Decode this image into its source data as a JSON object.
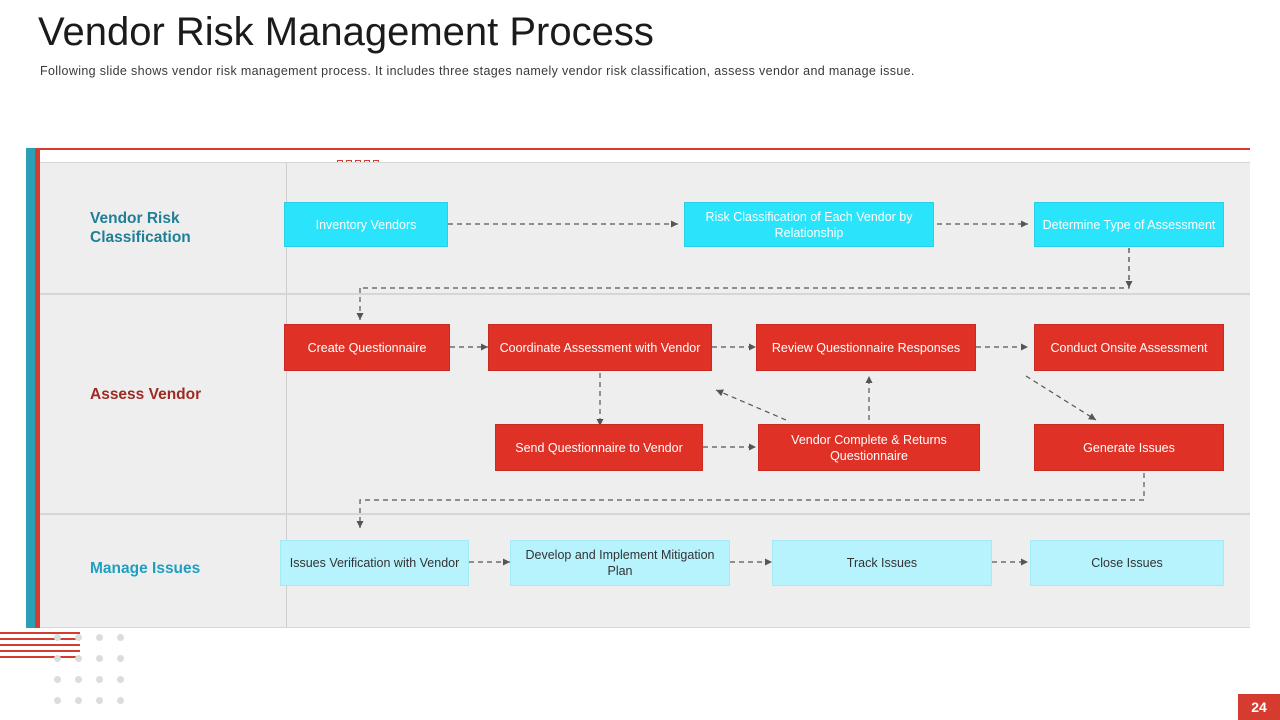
{
  "header": {
    "title": "Vendor Risk Management Process",
    "subtitle": "Following slide shows vendor risk management process. It includes three stages namely vendor risk classification, assess vendor and manage issue."
  },
  "colors": {
    "accent_red": "#d63b2f",
    "accent_teal": "#2b9fb5",
    "cyan_box": "#2ae4fb",
    "red_box": "#e03127",
    "light_cyan_box": "#b6f3fd",
    "panel_bg": "#efeeee",
    "title_text": "#1b1b1b",
    "stage1_label": "#1f7f96",
    "stage2_label": "#9c2b24",
    "stage3_label": "#1f9fbf"
  },
  "stages": [
    {
      "label": "Vendor Risk\nClassification",
      "label_line1": "Vendor Risk",
      "label_line2": "Classification",
      "steps": [
        {
          "id": "inventory-vendors",
          "text": "Inventory Vendors"
        },
        {
          "id": "risk-classification",
          "text": "Risk Classification of Each Vendor by Relationship"
        },
        {
          "id": "determine-assessment-type",
          "text": "Determine Type of Assessment"
        }
      ]
    },
    {
      "label": "Assess Vendor",
      "steps": [
        {
          "id": "create-questionnaire",
          "text": "Create Questionnaire"
        },
        {
          "id": "coordinate-assessment",
          "text": "Coordinate Assessment with Vendor"
        },
        {
          "id": "review-responses",
          "text": "Review Questionnaire Responses"
        },
        {
          "id": "conduct-onsite-assessment",
          "text": "Conduct Onsite Assessment"
        },
        {
          "id": "send-questionnaire",
          "text": "Send Questionnaire to Vendor"
        },
        {
          "id": "vendor-complete-returns",
          "text": "Vendor Complete & Returns Questionnaire"
        },
        {
          "id": "generate-issues",
          "text": "Generate Issues"
        }
      ]
    },
    {
      "label": "Manage Issues",
      "steps": [
        {
          "id": "issues-verification",
          "text": "Issues Verification with Vendor"
        },
        {
          "id": "develop-mitigation-plan",
          "text": "Develop and Implement Mitigation Plan"
        },
        {
          "id": "track-issues",
          "text": "Track Issues"
        },
        {
          "id": "close-issues",
          "text": "Close Issues"
        }
      ]
    }
  ],
  "footer": {
    "page_number": "24"
  }
}
